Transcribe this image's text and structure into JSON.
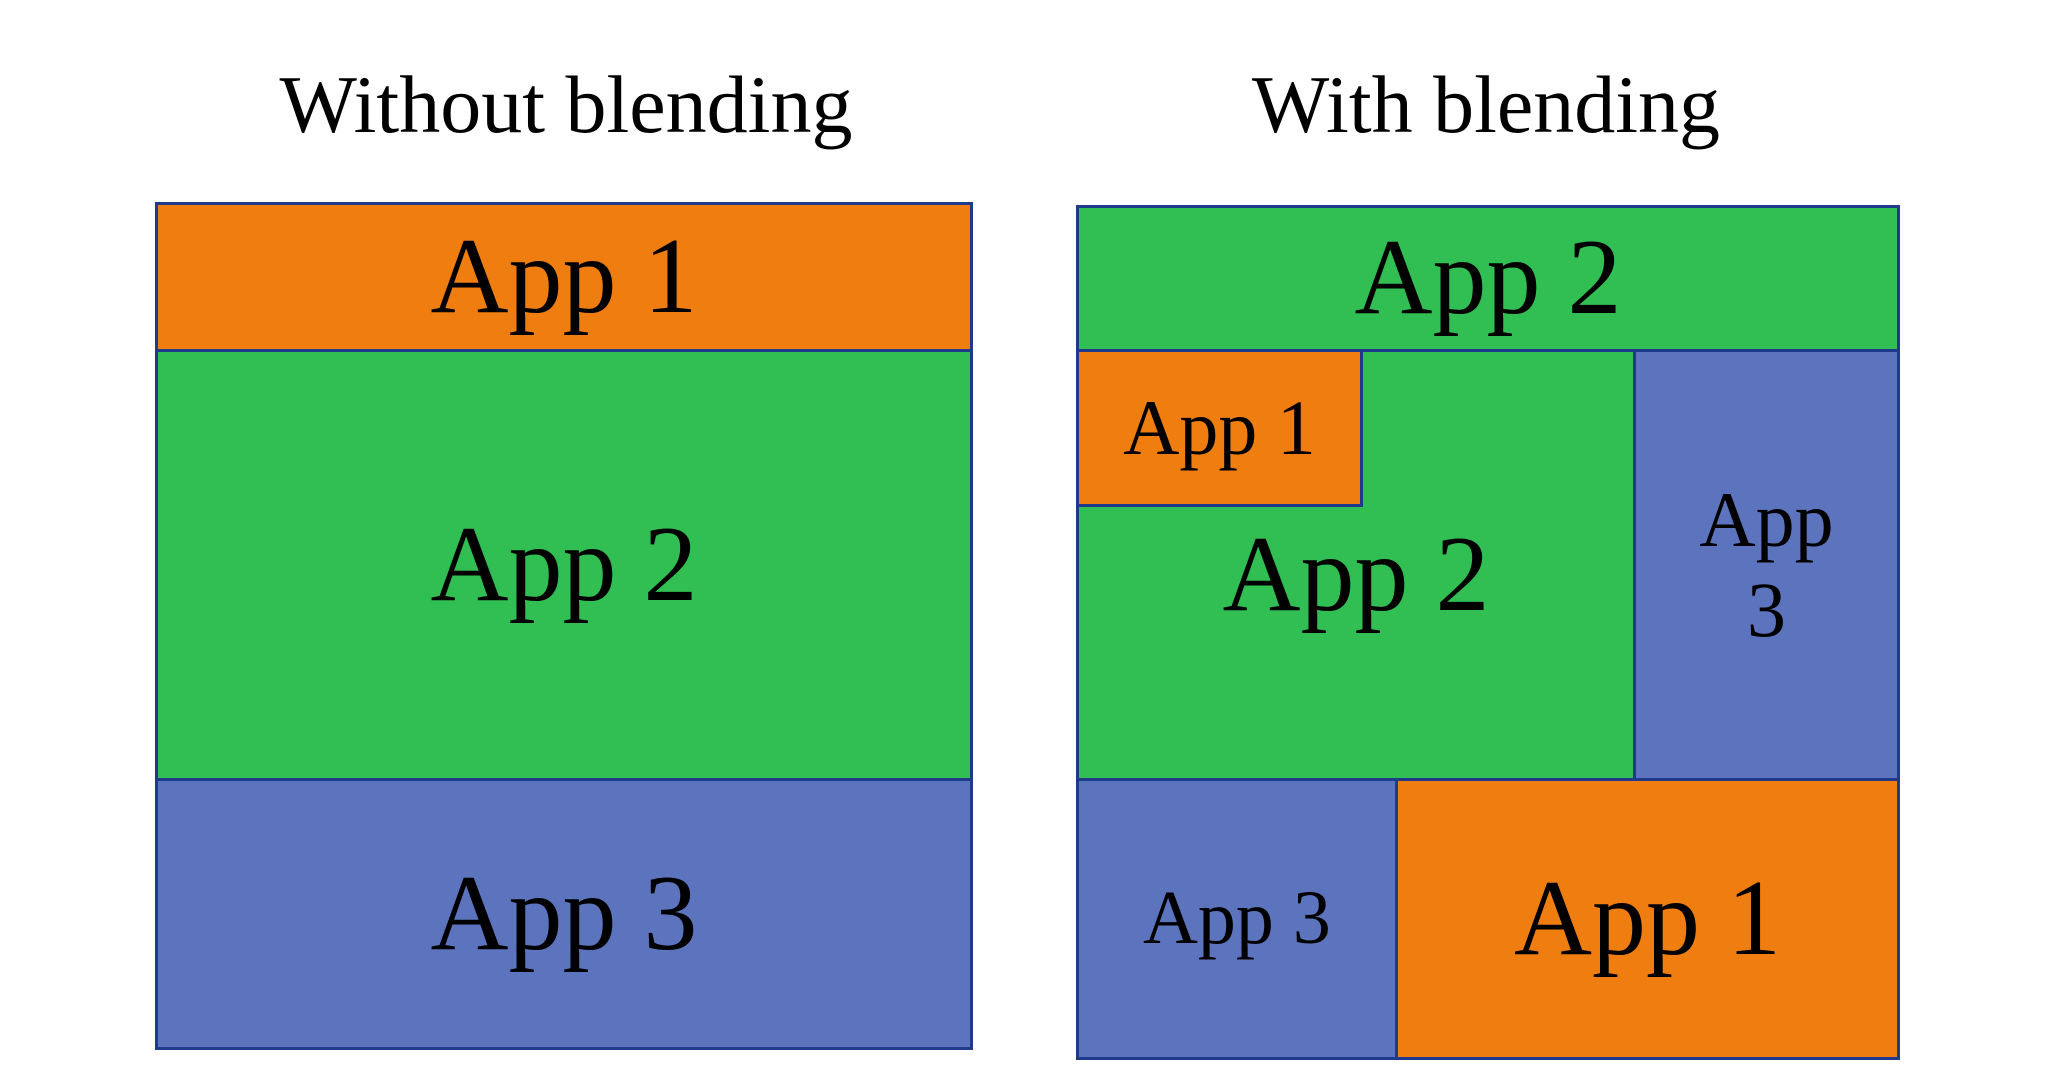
{
  "titles": {
    "left": "Without blending",
    "right": "With blending"
  },
  "colors": {
    "app1": "#f07d10",
    "app2": "#31be52",
    "app3": "#5b74bd",
    "border": "#1f3a8a"
  },
  "without_blending": {
    "app1": "App 1",
    "app2": "App 2",
    "app3": "App 3"
  },
  "with_blending": {
    "top_app2": "App 2",
    "small_app1": "App 1",
    "middle_app2": "App 2",
    "right_app3_line1": "App",
    "right_app3_line2": "3",
    "bottom_app3": "App 3",
    "bottom_app1": "App 1"
  }
}
